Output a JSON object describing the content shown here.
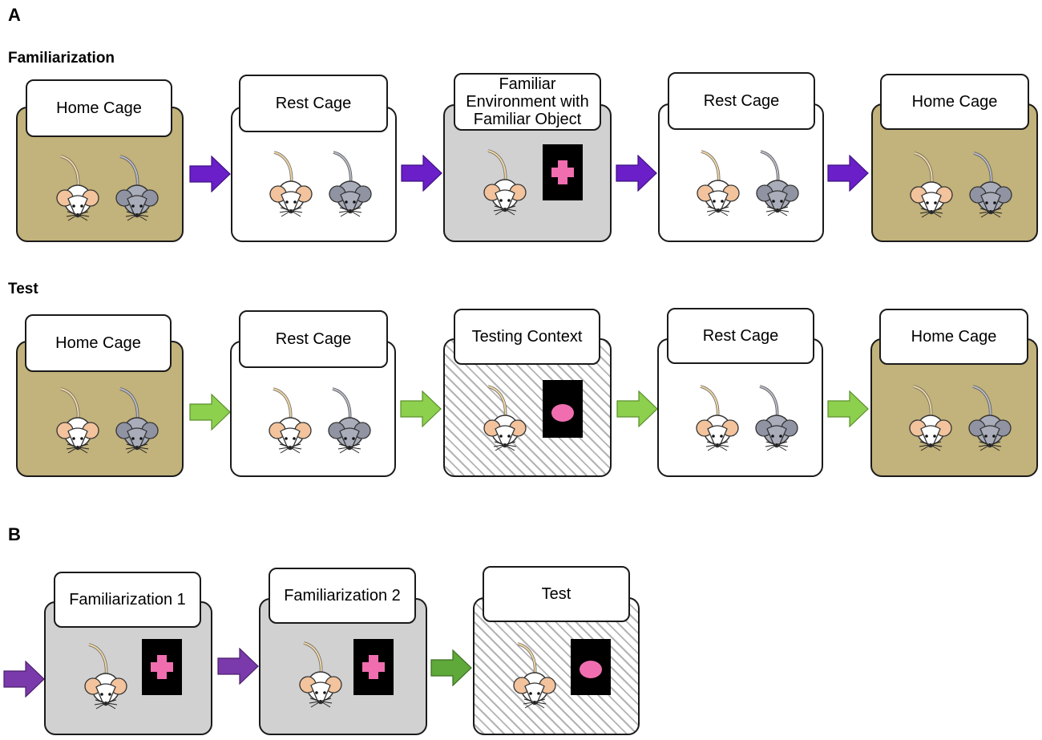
{
  "panels": {
    "a": {
      "letter": "A",
      "familiarization": {
        "heading": "Familiarization",
        "stages": [
          {
            "label": "Home Cage"
          },
          {
            "label": "Rest Cage"
          },
          {
            "label_lines": [
              "Familiar",
              "Environment with",
              "Familiar Object"
            ]
          },
          {
            "label": "Rest Cage"
          },
          {
            "label": "Home Cage"
          }
        ]
      },
      "test": {
        "heading": "Test",
        "stages": [
          {
            "label": "Home Cage"
          },
          {
            "label": "Rest Cage"
          },
          {
            "label": "Testing Context"
          },
          {
            "label": "Rest Cage"
          },
          {
            "label": "Home Cage"
          }
        ]
      }
    },
    "b": {
      "letter": "B",
      "stages": [
        {
          "label": "Familiarization 1"
        },
        {
          "label": "Familiarization 2"
        },
        {
          "label": "Test"
        }
      ]
    }
  },
  "colors": {
    "home_cage": "#c2b27b",
    "gray_context": "#d1d1d1",
    "arrow_familiarization": "#6a1fc8",
    "arrow_test": "#8cd04e",
    "arrow_b_purple": "#7a3aab",
    "arrow_b_green": "#5fa83a",
    "familiar_object": "#f06eb0",
    "novel_object": "#f06eb0"
  },
  "icons": {
    "white_mouse": "white-mouse-icon",
    "gray_mouse": "gray-mouse-icon",
    "familiar_object": "pink-cross-object-icon",
    "novel_object": "pink-oval-object-icon",
    "arrow": "right-arrow-icon"
  }
}
